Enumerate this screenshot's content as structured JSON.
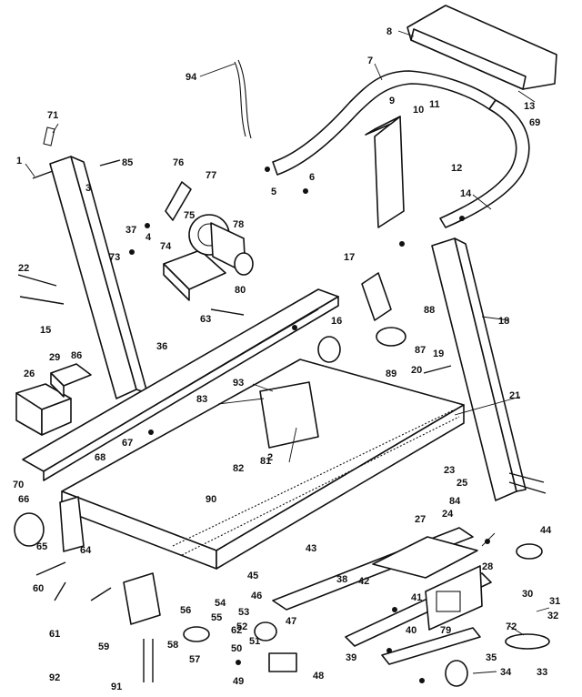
{
  "labels": [
    "1",
    "2",
    "3",
    "4",
    "5",
    "6",
    "7",
    "8",
    "9",
    "10",
    "11",
    "12",
    "13",
    "14",
    "15",
    "16",
    "17",
    "18",
    "19",
    "20",
    "21",
    "22",
    "23",
    "24",
    "25",
    "26",
    "27",
    "28",
    "29",
    "30",
    "31",
    "32",
    "33",
    "34",
    "35",
    "36",
    "37",
    "38",
    "39",
    "40",
    "41",
    "42",
    "43",
    "44",
    "45",
    "46",
    "47",
    "48",
    "49",
    "50",
    "51",
    "52",
    "53",
    "54",
    "55",
    "56",
    "57",
    "58",
    "59",
    "60",
    "61",
    "62",
    "63",
    "64",
    "65",
    "66",
    "67",
    "68",
    "69",
    "70",
    "71",
    "72",
    "73",
    "74",
    "75",
    "76",
    "77",
    "78",
    "79",
    "80",
    "81",
    "82",
    "83",
    "84",
    "85",
    "86",
    "87",
    "88",
    "89",
    "90",
    "91",
    "92",
    "93",
    "94"
  ]
}
